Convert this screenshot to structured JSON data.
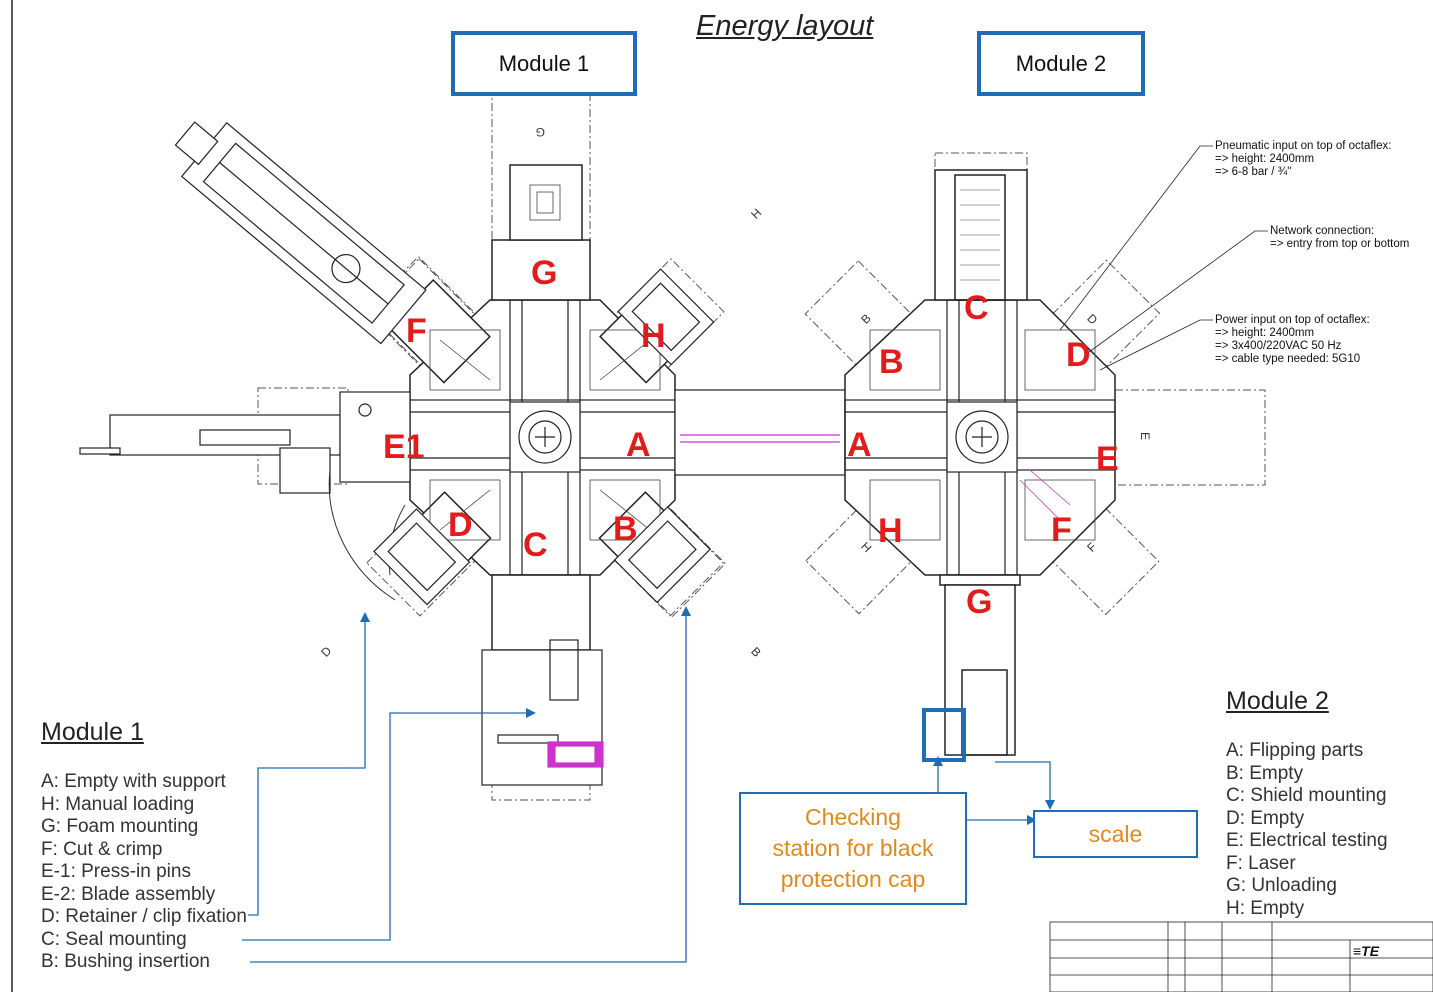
{
  "title": "Energy layout",
  "module_boxes": {
    "m1": "Module 1",
    "m2": "Module 2"
  },
  "module1": {
    "heading": "Module 1",
    "items": [
      "A: Empty with support",
      "H: Manual loading",
      "G: Foam mounting",
      "F: Cut & crimp",
      "E-1: Press-in pins",
      "E-2: Blade assembly",
      "D: Retainer / clip fixation",
      "C: Seal mounting",
      "B: Bushing insertion"
    ],
    "stations": [
      "G",
      "F",
      "H",
      "E1",
      "A",
      "D",
      "C",
      "B"
    ]
  },
  "module2": {
    "heading": "Module 2",
    "items": [
      "A: Flipping parts",
      "B: Empty",
      "C: Shield mounting",
      "D: Empty",
      "E: Electrical testing",
      "F: Laser",
      "G: Unloading",
      "H: Empty"
    ],
    "stations": [
      "C",
      "B",
      "D",
      "A",
      "E",
      "H",
      "F",
      "G"
    ]
  },
  "notes": {
    "pneumatic": [
      "Pneumatic input on top of octaflex:",
      "=> height: 2400mm",
      "=> 6-8 bar / ¾\""
    ],
    "network": [
      "Network connection:",
      "=> entry from top or bottom"
    ],
    "power": [
      "Power input on top of octaflex:",
      "=> height: 2400mm",
      "=> 3x400/220VAC 50 Hz",
      "=> cable type needed: 5G10"
    ]
  },
  "callouts": {
    "checking": [
      "Checking",
      "station for black",
      "protection cap"
    ],
    "scale": "scale"
  },
  "drawing_letters": [
    "G",
    "H",
    "B",
    "D",
    "E",
    "F"
  ],
  "colors": {
    "accent_blue": "#1f6db5",
    "station_red": "#e31b1b",
    "callout_orange": "#e08a1e",
    "machine_magenta": "#cc33cc"
  }
}
